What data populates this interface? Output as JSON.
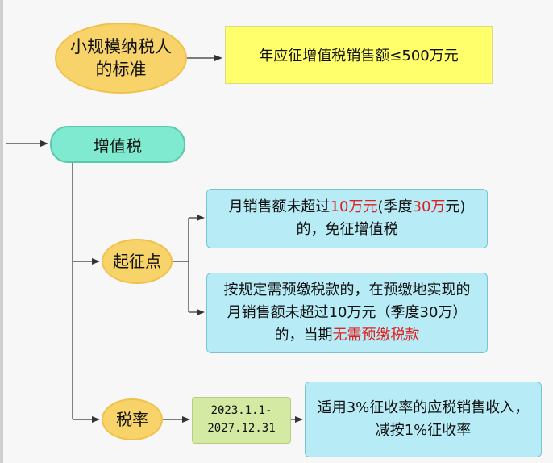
{
  "small_taxpayer": {
    "label_line1": "小规模纳税人",
    "label_line2": "的标准",
    "criterion": "年应征增值税销售额≤500万元"
  },
  "vat": {
    "label": "增值税"
  },
  "threshold": {
    "label": "起征点",
    "rule1": {
      "part1": "月销售额未超过",
      "highlight1": "10万元",
      "part2": "(季度",
      "highlight2": "30万",
      "part3": "元)的，免征增值税"
    },
    "rule2": {
      "part1": "按规定需预缴税款的，在预缴地实现的月销售额未超过10万元（季度30万）的，当期",
      "highlight": "无需预缴税款"
    }
  },
  "tax_rate": {
    "label": "税率",
    "period_line1": "2023.1.1-",
    "period_line2": "2027.12.31",
    "rule": "适用3%征收率的应税销售收入，减按1%征收率"
  },
  "colors": {
    "ellipse_fill": "#f7d36a",
    "pill_fill": "#7fead0",
    "yellow_box": "#ffff6b",
    "blue_box": "#b7ecf7",
    "green_box": "#d4e9a2",
    "highlight": "#e02020"
  }
}
